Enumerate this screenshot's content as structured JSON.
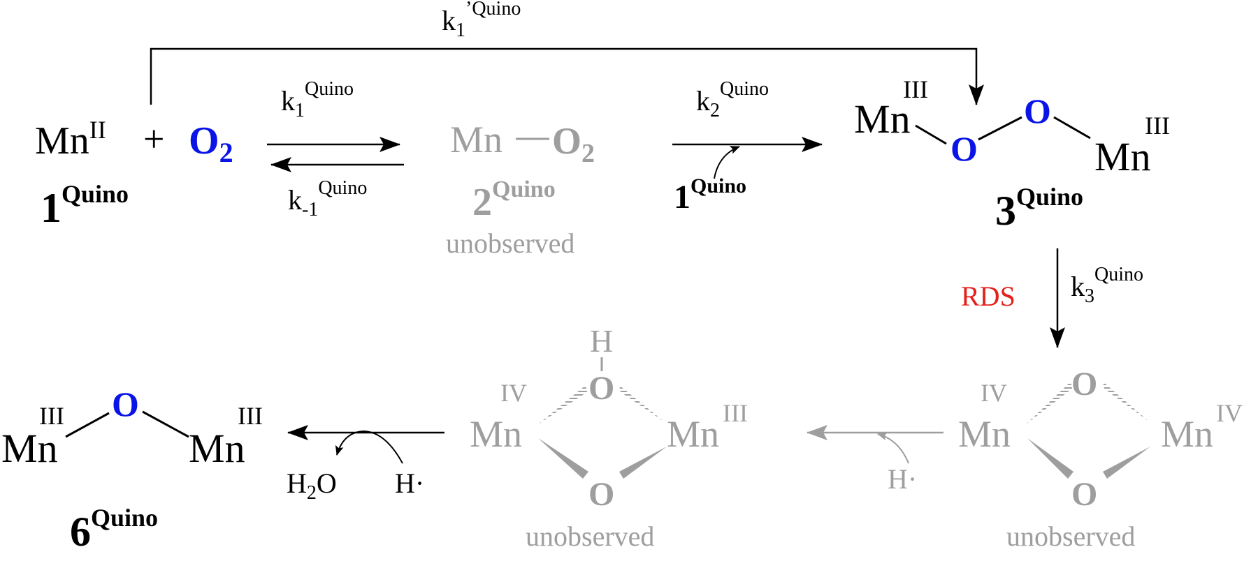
{
  "colors": {
    "observed": "#000000",
    "unobserved": "#9e9e9e",
    "oxygen": "#0a14e6",
    "rds": "#e3201b"
  },
  "rate_constants": {
    "k1p": {
      "base": "k",
      "sub": "1",
      "sup": "’Quino"
    },
    "k1": {
      "base": "k",
      "sub": "1",
      "sup": "Quino"
    },
    "km1": {
      "base": "k",
      "sub": "-1",
      "sup": "Quino"
    },
    "k2": {
      "base": "k",
      "sub": "2",
      "sup": "Quino"
    },
    "k3": {
      "base": "k",
      "sub": "3",
      "sup": "Quino"
    }
  },
  "species": {
    "s1": {
      "metal": "Mn",
      "ox": "II",
      "plus": "+",
      "o2_base": "O",
      "o2_sub": "2",
      "label_num": "1",
      "label_sup": "Quino"
    },
    "s2": {
      "metal": "Mn",
      "o2_base": "O",
      "o2_sub": "2",
      "label_num": "2",
      "label_sup": "Quino",
      "status": "unobserved"
    },
    "s2_reagent": {
      "num": "1",
      "sup": "Quino"
    },
    "s3": {
      "mn_left": "Mn",
      "mn_left_ox": "III",
      "o_a": "O",
      "o_b": "O",
      "mn_right": "Mn",
      "mn_right_ox": "III",
      "label_num": "3",
      "label_sup": "Quino"
    },
    "s4": {
      "h": "H",
      "o_top": "O",
      "o_bottom": "O",
      "mn_left": "Mn",
      "mn_left_ox": "IV",
      "mn_right": "Mn",
      "mn_right_ox": "III",
      "status": "unobserved"
    },
    "s5": {
      "o_top": "O",
      "o_bottom": "O",
      "mn_left": "Mn",
      "mn_left_ox": "IV",
      "mn_right": "Mn",
      "mn_right_ox": "IV",
      "status": "unobserved"
    },
    "s6": {
      "mn_left": "Mn",
      "mn_left_ox": "III",
      "o": "O",
      "mn_right": "Mn",
      "mn_right_ox": "III",
      "label_num": "6",
      "label_sup": "Quino"
    }
  },
  "step_labels": {
    "rds": "RDS",
    "h_radical": "H·",
    "h2o_base": "H",
    "h2o_sub": "2",
    "h2o_tail": "O"
  }
}
